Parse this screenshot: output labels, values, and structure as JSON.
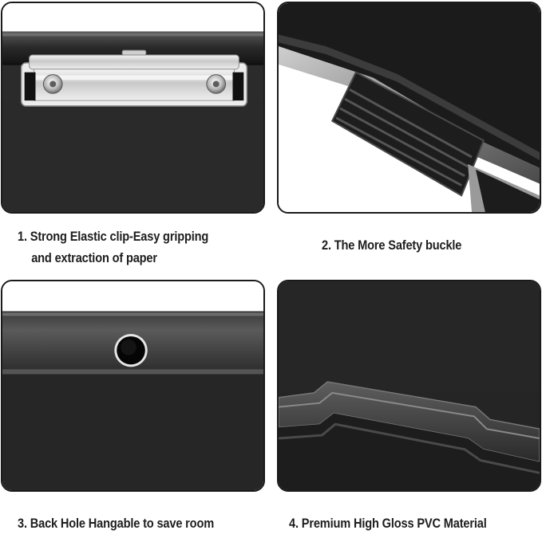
{
  "captions": {
    "clip": {
      "line1": "1. Strong Elastic clip-Easy gripping",
      "line2": "and extraction of paper"
    },
    "buckle": "2. The More Safety buckle",
    "hole": "3. Back Hole Hangable to save room",
    "material": "4. Premium High Gloss PVC Material"
  },
  "colors": {
    "board_black": "#1c1c1c",
    "panel_border": "#1a1a1a",
    "caption_text": "#1e1e1e",
    "clip_metal": "#d8d8d8"
  }
}
